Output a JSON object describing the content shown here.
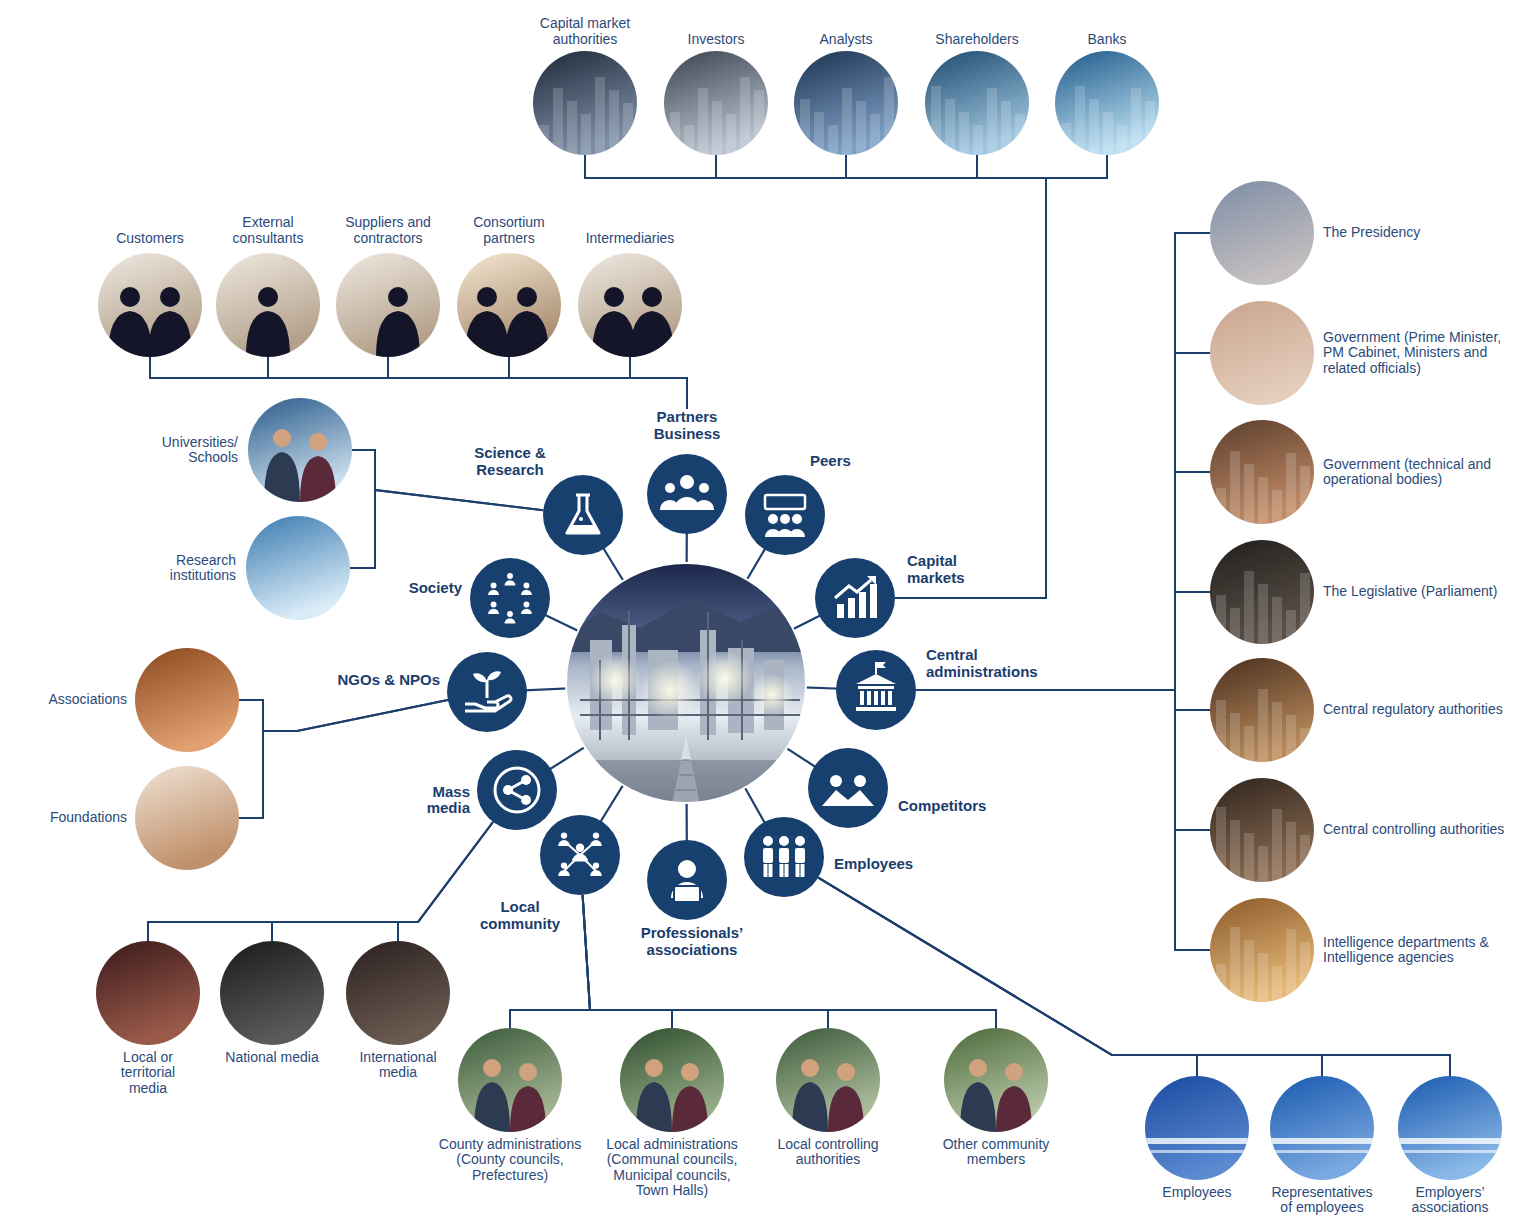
{
  "diagram": {
    "nodes": [
      {
        "text": [
          "Capital market authorities"
        ]
      },
      {
        "text": [
          "Investors"
        ]
      },
      {
        "text": [
          "Analysts"
        ]
      },
      {
        "text": [
          "Shareholders"
        ]
      },
      {
        "text": [
          "Banks"
        ]
      },
      {
        "text": [
          "Customers"
        ]
      },
      {
        "text": [
          "External consultants"
        ]
      },
      {
        "text": [
          "Suppliers and contractors"
        ]
      },
      {
        "text": [
          "Consortium partners"
        ]
      },
      {
        "text": [
          "Intermediaries"
        ]
      },
      {
        "text": [
          "The Presidency"
        ]
      },
      {
        "text": [
          "Government (Prime Minister, PM Cabinet, Ministers and related officials)"
        ]
      },
      {
        "text": [
          "Government (technical and operational bodies)"
        ]
      },
      {
        "text": [
          "The Legislative (Parliament)"
        ]
      },
      {
        "text": [
          "Central regulatory authorities"
        ]
      },
      {
        "text": [
          "Central controlling authorities"
        ]
      },
      {
        "text": [
          "Intelligence departments & Intelligence agencies"
        ]
      },
      {
        "text": [
          "Universities/ Schools"
        ]
      },
      {
        "text": [
          "Research institutions"
        ]
      },
      {
        "text": [
          "Partners Business"
        ]
      },
      {
        "text": [
          "Science & Research"
        ]
      },
      {
        "text": [
          "Peers"
        ]
      },
      {
        "text": [
          "Capital markets"
        ]
      },
      {
        "text": [
          "Society"
        ]
      },
      {
        "text": [
          "NGOs & NPOs"
        ]
      },
      {
        "text": [
          "Central administrations"
        ]
      },
      {
        "text": [
          "Associations"
        ]
      },
      {
        "text": [
          "Foundations"
        ]
      },
      {
        "text": [
          "Mass media"
        ]
      },
      {
        "text": [
          "Competitors"
        ]
      },
      {
        "text": [
          "Employees"
        ]
      },
      {
        "text": [
          "Local community"
        ]
      },
      {
        "text": [
          "Professionals’ associations"
        ]
      },
      {
        "text": [
          "Local or territorial media"
        ]
      },
      {
        "text": [
          "National media"
        ]
      },
      {
        "text": [
          "International media"
        ]
      },
      {
        "text": [
          "County administrations (County councils, Prefectures)"
        ]
      },
      {
        "text": [
          "Local administrations (Communal councils, Municipal councils, Town Halls)"
        ]
      },
      {
        "text": [
          "Local controlling authorities"
        ]
      },
      {
        "text": [
          "Other community members"
        ]
      },
      {
        "text": [
          "Employees"
        ]
      },
      {
        "text": [
          "Representatives of employees"
        ]
      },
      {
        "text": [
          "Employers’ associations"
        ]
      }
    ],
    "edges": [
      {
        "from": 22,
        "to": 0,
        "arrow": "none"
      },
      {
        "from": 22,
        "to": 1,
        "arrow": "none"
      },
      {
        "from": 22,
        "to": 2,
        "arrow": "none"
      },
      {
        "from": 22,
        "to": 3,
        "arrow": "none"
      },
      {
        "from": 22,
        "to": 4,
        "arrow": "none"
      },
      {
        "from": 19,
        "to": 5,
        "arrow": "none"
      },
      {
        "from": 19,
        "to": 6,
        "arrow": "none"
      },
      {
        "from": 19,
        "to": 7,
        "arrow": "none"
      },
      {
        "from": 19,
        "to": 8,
        "arrow": "none"
      },
      {
        "from": 19,
        "to": 9,
        "arrow": "none"
      },
      {
        "from": 25,
        "to": 10,
        "arrow": "none"
      },
      {
        "from": 25,
        "to": 11,
        "arrow": "none"
      },
      {
        "from": 25,
        "to": 12,
        "arrow": "none"
      },
      {
        "from": 25,
        "to": 13,
        "arrow": "none"
      },
      {
        "from": 25,
        "to": 14,
        "arrow": "none"
      },
      {
        "from": 25,
        "to": 15,
        "arrow": "none"
      },
      {
        "from": 25,
        "to": 16,
        "arrow": "none"
      },
      {
        "from": 20,
        "to": 17,
        "arrow": "none"
      },
      {
        "from": 20,
        "to": 18,
        "arrow": "none"
      },
      {
        "from": 24,
        "to": 26,
        "arrow": "none"
      },
      {
        "from": 24,
        "to": 27,
        "arrow": "none"
      },
      {
        "from": 28,
        "to": 33,
        "arrow": "none"
      },
      {
        "from": 28,
        "to": 34,
        "arrow": "none"
      },
      {
        "from": 28,
        "to": 35,
        "arrow": "none"
      },
      {
        "from": 31,
        "to": 36,
        "arrow": "none"
      },
      {
        "from": 31,
        "to": 37,
        "arrow": "none"
      },
      {
        "from": 31,
        "to": 38,
        "arrow": "none"
      },
      {
        "from": 31,
        "to": 39,
        "arrow": "none"
      },
      {
        "from": 30,
        "to": 40,
        "arrow": "none"
      },
      {
        "from": 30,
        "to": 41,
        "arrow": "none"
      },
      {
        "from": 30,
        "to": 42,
        "arrow": "none"
      }
    ]
  }
}
